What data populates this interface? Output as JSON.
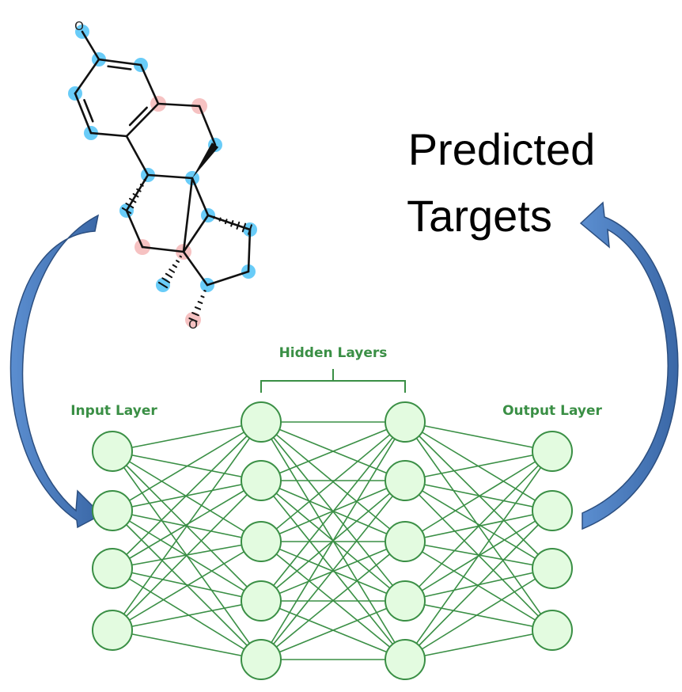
{
  "predicted_targets": {
    "line1": "Predicted",
    "line2": "Targets"
  },
  "network": {
    "hidden_title": "Hidden Layers",
    "input_label": "Input Layer",
    "output_label": "Output Layer",
    "layers": [
      4,
      5,
      5,
      4
    ],
    "node_fill": "#e3fbe0",
    "line_color": "#3a8f45",
    "text_color": "#3a8f45"
  },
  "molecule": {
    "atom_labels": [
      "O",
      "O"
    ],
    "highlight_blue": "#4fc3f7",
    "highlight_pink": "#f4b3b3",
    "bond_color": "#111111"
  },
  "arrows": {
    "color": "#3f6fad",
    "outline": "#2c4f80"
  }
}
